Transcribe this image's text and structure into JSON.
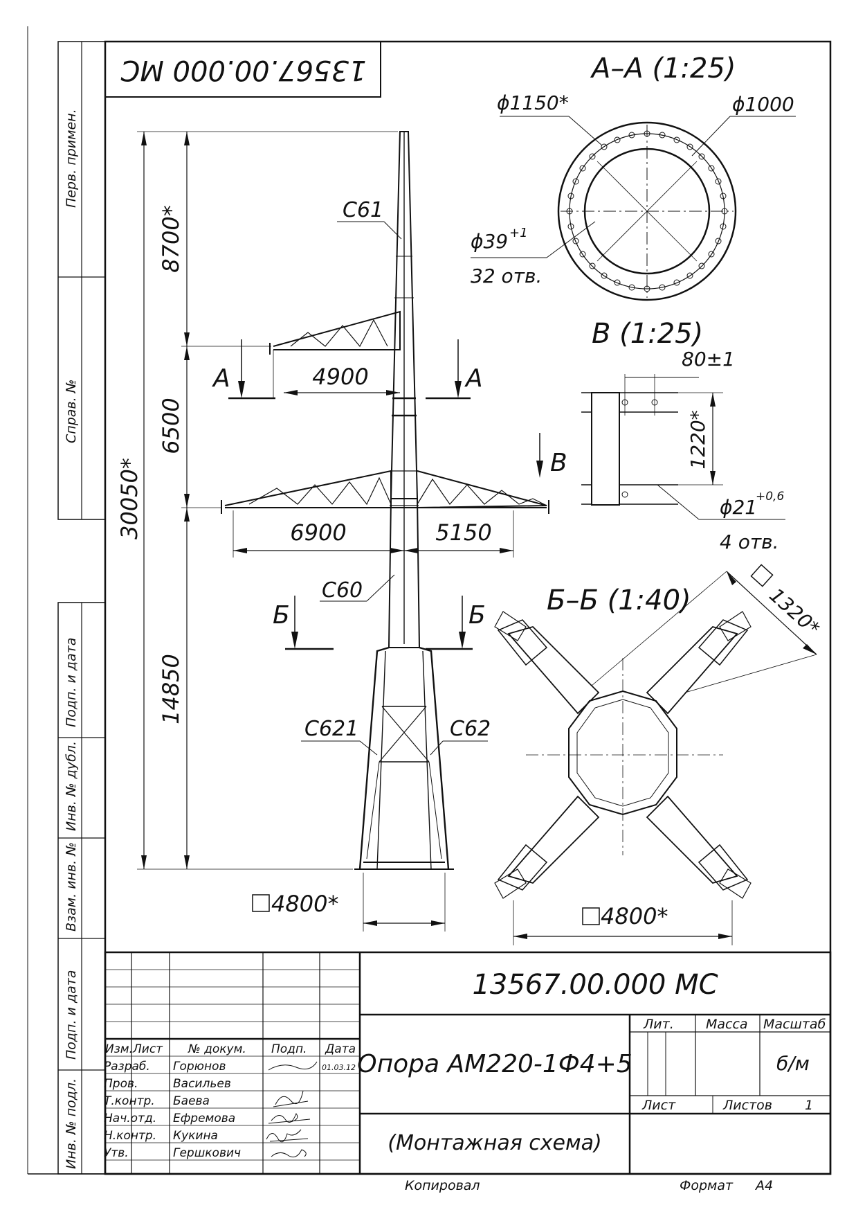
{
  "drawing": {
    "designation": "13567.00.000 МС",
    "designation_rotated": "13567.00.000 МС",
    "name": "Опора АМ220-1Ф4+5",
    "subtitle": "(Монтажная схема)",
    "copied_by": "Копировал",
    "format_label": "Формат",
    "format_value": "А4"
  },
  "side_margin": {
    "perv_primen": "Перв. примен.",
    "sprav_no": "Справ. №",
    "podp_data_1": "Подп. и дата",
    "inv_dubl": "Инв. № дубл.",
    "vzam_inv": "Взам. инв. №",
    "podp_data_2": "Подп. и дата",
    "inv_podl": "Инв. № подл."
  },
  "title_block": {
    "col_headers": [
      "Изм.",
      "Лист",
      "№ докум.",
      "Подп.",
      "Дата"
    ],
    "rows": [
      {
        "role": "Разраб.",
        "name": "Горюнов",
        "date": "01.03.12"
      },
      {
        "role": "Пров.",
        "name": "Васильев",
        "date": ""
      },
      {
        "role": "Т.контр.",
        "name": "Баева",
        "date": ""
      },
      {
        "role": "Нач.отд.",
        "name": "Ефремова",
        "date": ""
      },
      {
        "role": "Н.контр.",
        "name": "Кукина",
        "date": ""
      },
      {
        "role": "Утв.",
        "name": "Гершкович",
        "date": ""
      }
    ],
    "lit_label": "Лит.",
    "mass_label": "Масса",
    "scale_label": "Масштаб",
    "scale_value": "б/м",
    "sheet_label": "Лист",
    "sheets_label": "Листов",
    "sheets_value": "1"
  },
  "main_view": {
    "dim_total": "30050*",
    "dim_top": "8700*",
    "dim_mid": "6500",
    "dim_bottom": "14850",
    "dim_upper_arm": "4900",
    "dim_left_arm": "6900",
    "dim_right_arm": "5150",
    "dim_base": "4800*",
    "label_c61": "С61",
    "label_c60": "С60",
    "label_c621": "С621",
    "label_c62": "С62",
    "cut_a": "А",
    "cut_b": "Б",
    "cut_v": "В"
  },
  "section_aa": {
    "title": "А–А (1:25)",
    "dia_outer": "ϕ1150*",
    "dia_inner": "ϕ1000",
    "hole_dia": "ϕ39",
    "hole_tol": "+1",
    "hole_count": "32 отв."
  },
  "section_v": {
    "title": "В (1:25)",
    "dim_spacing": "80±1",
    "dim_height": "1220*",
    "hole_dia": "ϕ21",
    "hole_tol": "+0,6",
    "hole_count": "4 отв."
  },
  "section_bb": {
    "title": "Б–Б (1:40)",
    "dim_diag": "1320*",
    "dim_base": "4800*"
  }
}
